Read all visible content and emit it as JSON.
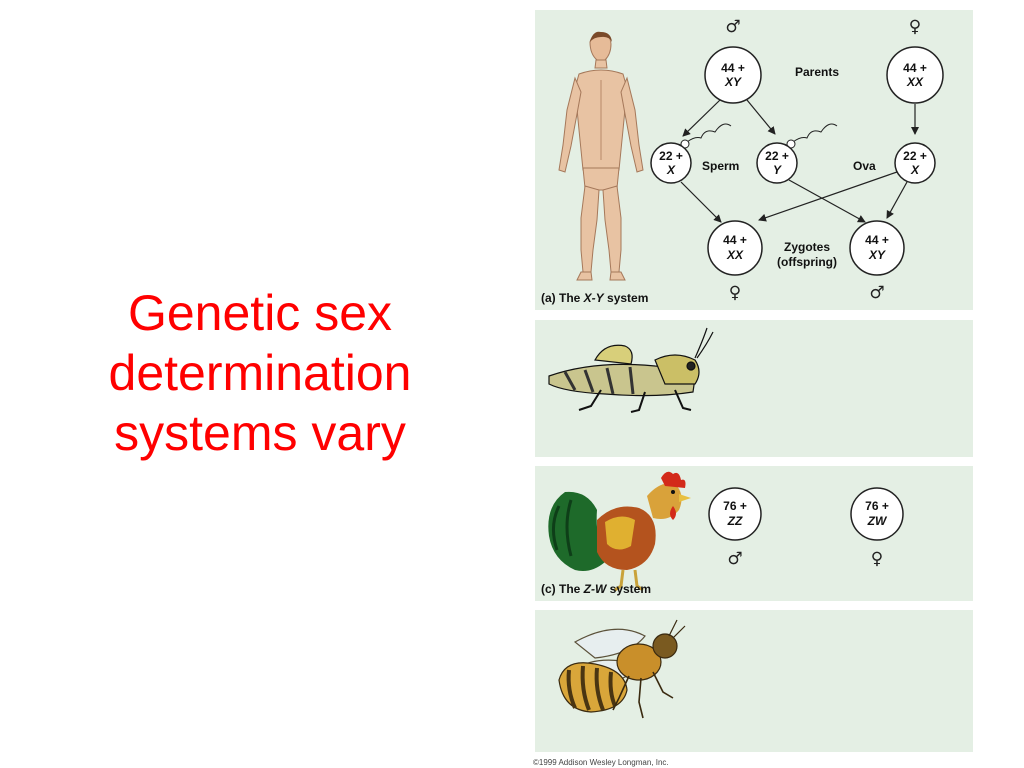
{
  "title": {
    "line1": "Genetic sex",
    "line2": "determination",
    "line3": "systems vary"
  },
  "panel_a": {
    "male_symbol": "♂",
    "female_symbol": "♀",
    "father_cell": {
      "top": "44 +",
      "bottom": "XY"
    },
    "mother_cell": {
      "top": "44 +",
      "bottom": "XX"
    },
    "parents_label": "Parents",
    "sperm_x": {
      "top": "22 +",
      "bottom": "X"
    },
    "sperm_y": {
      "top": "22 +",
      "bottom": "Y"
    },
    "sperm_label": "Sperm",
    "ova_label": "Ova",
    "ova_cell": {
      "top": "22 +",
      "bottom": "X"
    },
    "zygote_xx": {
      "top": "44 +",
      "bottom": "XX"
    },
    "zygote_xy": {
      "top": "44 +",
      "bottom": "XY"
    },
    "zygotes_label_1": "Zygotes",
    "zygotes_label_2": "(offspring)",
    "zygote_xx_symbol": "♀",
    "zygote_xy_symbol": "♂",
    "caption_prefix": "(a) The ",
    "caption_italic": "X-Y",
    "caption_suffix": " system"
  },
  "panel_c": {
    "male_cell": {
      "top": "76 +",
      "bottom": "ZZ"
    },
    "female_cell": {
      "top": "76 +",
      "bottom": "ZW"
    },
    "male_symbol": "♂",
    "female_symbol": "♀",
    "caption_prefix": "(c) The ",
    "caption_italic": "Z-W",
    "caption_suffix": " system"
  },
  "copyright": "©1999 Addison Wesley Longman, Inc.",
  "colors": {
    "title": "#ff0000",
    "panel_bg": "#e4efe4",
    "cell_fill": "#ffffff",
    "line": "#222222"
  }
}
